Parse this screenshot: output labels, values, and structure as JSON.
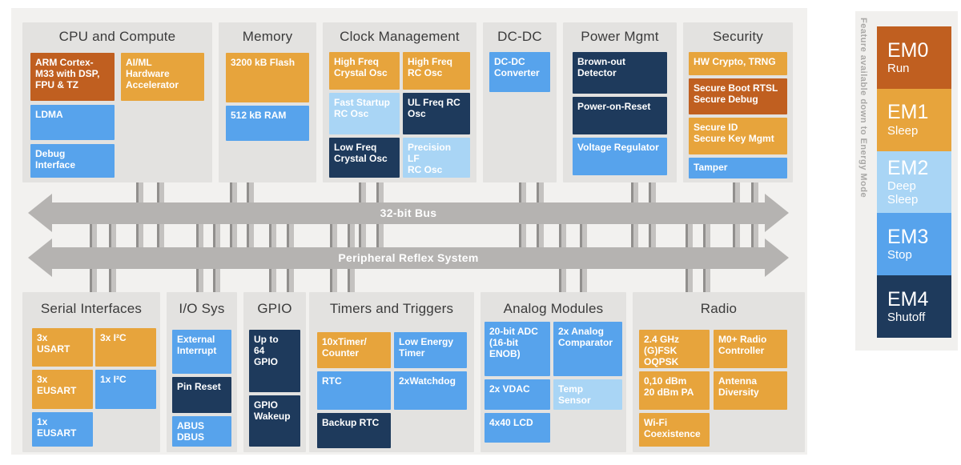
{
  "diagram": {
    "top_blocks": [
      {
        "title": "CPU and Compute",
        "cells": [
          {
            "label": "ARM Cortex-\nM33 with DSP,\nFPU & TZ",
            "color": "orange"
          },
          {
            "label": "AI/ML\nHardware\nAccelerator",
            "color": "amber"
          },
          {
            "label": "LDMA",
            "color": "blue"
          },
          {
            "label": "Debug\nInterface",
            "color": "blue"
          }
        ]
      },
      {
        "title": "Memory",
        "cells": [
          {
            "label": "3200 kB Flash",
            "color": "amber"
          },
          {
            "label": "512 kB RAM",
            "color": "blue"
          }
        ]
      },
      {
        "title": "Clock Management",
        "cells": [
          {
            "label": "High Freq\nCrystal Osc",
            "color": "amber"
          },
          {
            "label": "High Freq\nRC Osc",
            "color": "amber"
          },
          {
            "label": "Fast Startup\nRC Osc",
            "color": "lightblue"
          },
          {
            "label": "UL Freq RC\nOsc",
            "color": "navy"
          },
          {
            "label": "Low Freq\nCrystal Osc",
            "color": "navy"
          },
          {
            "label": "Precision LF\nRC Osc",
            "color": "lightblue"
          }
        ]
      },
      {
        "title": "DC-DC",
        "cells": [
          {
            "label": "DC-DC\nConverter",
            "color": "blue"
          }
        ]
      },
      {
        "title": "Power Mgmt",
        "cells": [
          {
            "label": "Brown-out\nDetector",
            "color": "navy"
          },
          {
            "label": "Power-on-Reset",
            "color": "navy"
          },
          {
            "label": "Voltage Regulator",
            "color": "blue"
          }
        ]
      },
      {
        "title": "Security",
        "cells": [
          {
            "label": "HW Crypto, TRNG",
            "color": "amber"
          },
          {
            "label": "Secure Boot RTSL\nSecure Debug",
            "color": "orange"
          },
          {
            "label": "Secure ID\nSecure Key Mgmt",
            "color": "amber"
          },
          {
            "label": "Tamper",
            "color": "blue"
          }
        ]
      }
    ],
    "bottom_blocks": [
      {
        "title": "Serial Interfaces",
        "cells": [
          {
            "label": "3x\nUSART",
            "color": "amber"
          },
          {
            "label": "3x I²C",
            "color": "amber"
          },
          {
            "label": "3x\nEUSART",
            "color": "amber"
          },
          {
            "label": "1x I²C",
            "color": "blue"
          },
          {
            "label": "1x\nEUSART",
            "color": "blue"
          }
        ]
      },
      {
        "title": "I/O Sys",
        "cells": [
          {
            "label": "External\nInterrupt",
            "color": "blue"
          },
          {
            "label": "Pin Reset",
            "color": "navy"
          },
          {
            "label": "ABUS\nDBUS",
            "color": "blue"
          }
        ]
      },
      {
        "title": "GPIO",
        "cells": [
          {
            "label": "Up to\n64\nGPIO",
            "color": "navy"
          },
          {
            "label": "GPIO\nWakeup",
            "color": "navy"
          }
        ]
      },
      {
        "title": "Timers and Triggers",
        "cells": [
          {
            "label": "10xTimer/\nCounter",
            "color": "amber"
          },
          {
            "label": "Low Energy\nTimer",
            "color": "blue"
          },
          {
            "label": "RTC",
            "color": "blue"
          },
          {
            "label": "2xWatchdog",
            "color": "blue"
          },
          {
            "label": "Backup RTC",
            "color": "navy"
          }
        ]
      },
      {
        "title": "Analog Modules",
        "cells": [
          {
            "label": "20-bit ADC\n(16-bit\nENOB)",
            "color": "blue"
          },
          {
            "label": "2x Analog\nComparator",
            "color": "blue"
          },
          {
            "label": "2x VDAC",
            "color": "blue"
          },
          {
            "label": "Temp\nSensor",
            "color": "lightblue"
          },
          {
            "label": "4x40 LCD",
            "color": "blue"
          }
        ]
      },
      {
        "title": "Radio",
        "cells": [
          {
            "label": "2.4 GHz\n(G)FSK\nOQPSK",
            "color": "amber"
          },
          {
            "label": "M0+ Radio\nController",
            "color": "amber"
          },
          {
            "label": "0,10 dBm\n20 dBm PA",
            "color": "amber"
          },
          {
            "label": "Antenna\nDiversity",
            "color": "amber"
          },
          {
            "label": "Wi-Fi\nCoexistence",
            "color": "amber"
          }
        ]
      }
    ],
    "buses": [
      {
        "label": "32-bit Bus"
      },
      {
        "label": "Peripheral Reflex System"
      }
    ],
    "energy_panel": {
      "side_label": "Feature available down to Energy Mode",
      "modes": [
        {
          "name": "EM0",
          "sub": "Run",
          "color": "orange"
        },
        {
          "name": "EM1",
          "sub": "Sleep",
          "color": "amber"
        },
        {
          "name": "EM2",
          "sub": "Deep\nSleep",
          "color": "lightblue"
        },
        {
          "name": "EM3",
          "sub": "Stop",
          "color": "blue"
        },
        {
          "name": "EM4",
          "sub": "Shutoff",
          "color": "navy"
        }
      ]
    },
    "colors": {
      "orange": "#c05f20",
      "amber": "#e7a43c",
      "blue": "#57a3ec",
      "lightblue": "#a9d5f5",
      "navy": "#1e3a5c"
    }
  }
}
